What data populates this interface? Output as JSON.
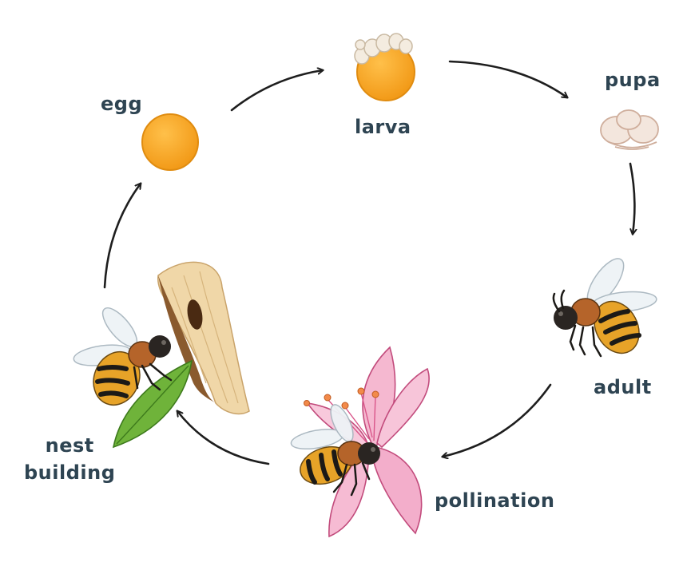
{
  "stages": {
    "egg": "egg",
    "larva": "larva",
    "pupa": "pupa",
    "adult": "adult",
    "pollination": "pollination",
    "nest_line1": "nest",
    "nest_line2": "building"
  },
  "colors": {
    "label": "#2e4452",
    "egg": "#f6a623",
    "arrow": "#1e1e1e",
    "petal": "#f5b8d0",
    "leaf": "#6fb33a",
    "wood": "#f0d7a8",
    "bee_stripe": "#1c1a17",
    "bee_yellow": "#e7a328"
  },
  "icons": [
    "egg-icon",
    "larva-icon",
    "pupa-icon",
    "adult-bee-icon",
    "pollinating-bee-icon",
    "flower-icon",
    "nesting-bee-icon",
    "wood-nest-icon",
    "leaf-icon"
  ]
}
